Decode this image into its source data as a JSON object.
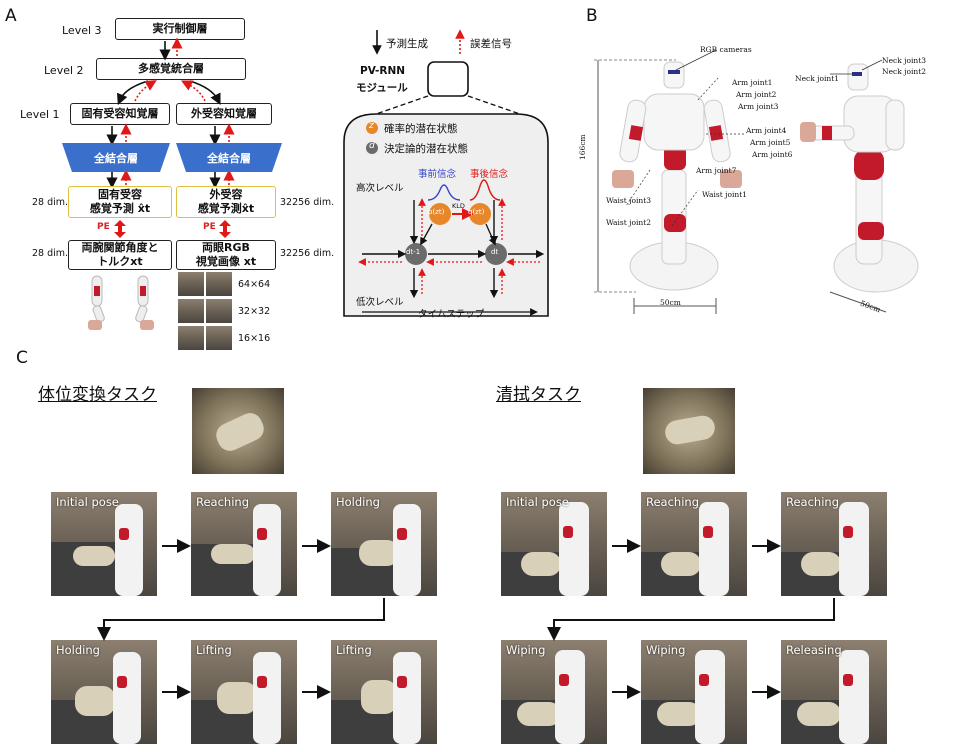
{
  "panel_a": {
    "letter": "A",
    "levels": [
      "Level 3",
      "Level 2",
      "Level 1"
    ],
    "level3_box": "実行制御層",
    "level2_box": "多感覚統合層",
    "proprio_box": "固有受容知覚層",
    "extero_box": "外受容知覚層",
    "fc_left": "全結合層",
    "fc_right": "全結合層",
    "pred_left_l1": "固有受容",
    "pred_left_l2": "感覚予測 x̂t",
    "pred_right_l1": "外受容",
    "pred_right_l2": "感覚予測x̂t",
    "dim_28a": "28 dim.",
    "dim_32256a": "32256 dim.",
    "dim_28b": "28 dim.",
    "dim_32256b": "32256 dim.",
    "pe_left": "PE",
    "pe_right": "PE",
    "target_left_l1": "両腕関節角度と",
    "target_left_l2": "トルクxt",
    "target_right_l1": "両眼RGB",
    "target_right_l2": "視覚画像 xt",
    "img_sizes": [
      "64×64",
      "32×32",
      "16×16"
    ]
  },
  "pvrnn": {
    "legend_pred": "予測生成",
    "legend_err": "誤差信号",
    "module_l1": "PV-RNN",
    "module_l2": "モジュール",
    "z_symbol": "z",
    "z_label": "確率的潜在状態",
    "d_symbol": "d",
    "d_label": "決定論的潜在状態",
    "high_level": "高次レベル",
    "low_level": "低次レベル",
    "prior": "事前信念",
    "posterior": "事後信念",
    "pz": "p(zt)",
    "qz": "q(zt)",
    "kld": "KLD",
    "d_prev": "dt-1",
    "d_curr": "dt",
    "timestep": "タイムステップ"
  },
  "panel_b": {
    "letter": "B",
    "rgb_cameras": "RGB cameras",
    "arm_joints": [
      "Arm joint1",
      "Arm joint2",
      "Arm joint3",
      "Arm joint4",
      "Arm joint5",
      "Arm joint6",
      "Arm joint7"
    ],
    "waist_joints": [
      "Waist joint1",
      "Waist joint2",
      "Waist joint3"
    ],
    "neck_joints": [
      "Neck joint1",
      "Neck joint2",
      "Neck joint3"
    ],
    "height": "166cm",
    "width_front": "50cm",
    "width_side": "50cm"
  },
  "panel_c": {
    "letter": "C",
    "task1_title": "体位変換タスク",
    "task2_title": "清拭タスク",
    "task1_frames": [
      "Initial pose",
      "Reaching",
      "Holding",
      "Holding",
      "Lifting",
      "Lifting"
    ],
    "task2_frames": [
      "Initial pose",
      "Reaching",
      "Reaching",
      "Wiping",
      "Wiping",
      "Releasing"
    ]
  }
}
